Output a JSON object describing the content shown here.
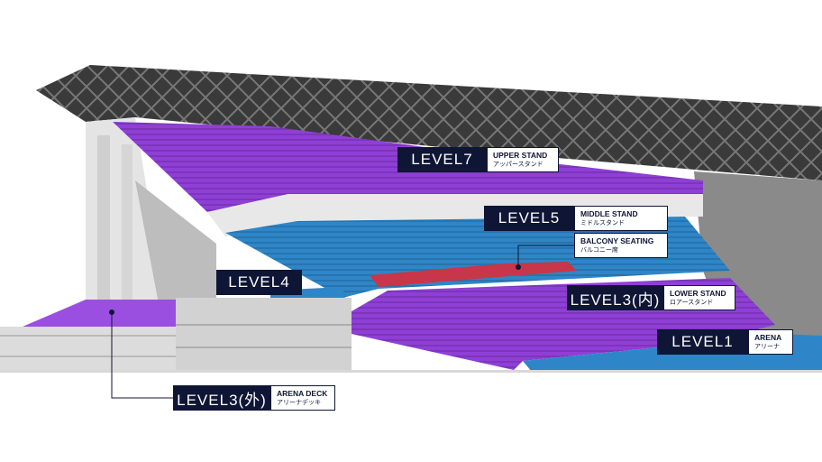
{
  "labels": {
    "level7": {
      "level": "LEVEL7",
      "en": "UPPER STAND",
      "jp": "アッパースタンド"
    },
    "level5": {
      "level": "LEVEL5",
      "en": "MIDDLE STAND",
      "jp": "ミドルスタンド"
    },
    "balcony": {
      "en": "BALCONY SEATING",
      "jp": "バルコニー席"
    },
    "level4": {
      "level": "LEVEL4"
    },
    "level3_inner": {
      "level": "LEVEL3(内)",
      "en": "LOWER STAND",
      "jp": "ロアースタンド"
    },
    "level1": {
      "level": "LEVEL1",
      "en": "ARENA",
      "jp": "アリーナ"
    },
    "level3_outer": {
      "level": "LEVEL3(外)",
      "en": "ARENA DECK",
      "jp": "アリーナデッキ"
    }
  },
  "colors": {
    "label_bg": "#0f1535",
    "purple": "#8f3fd6",
    "blue": "#2e86c8",
    "red": "#c8364a"
  }
}
